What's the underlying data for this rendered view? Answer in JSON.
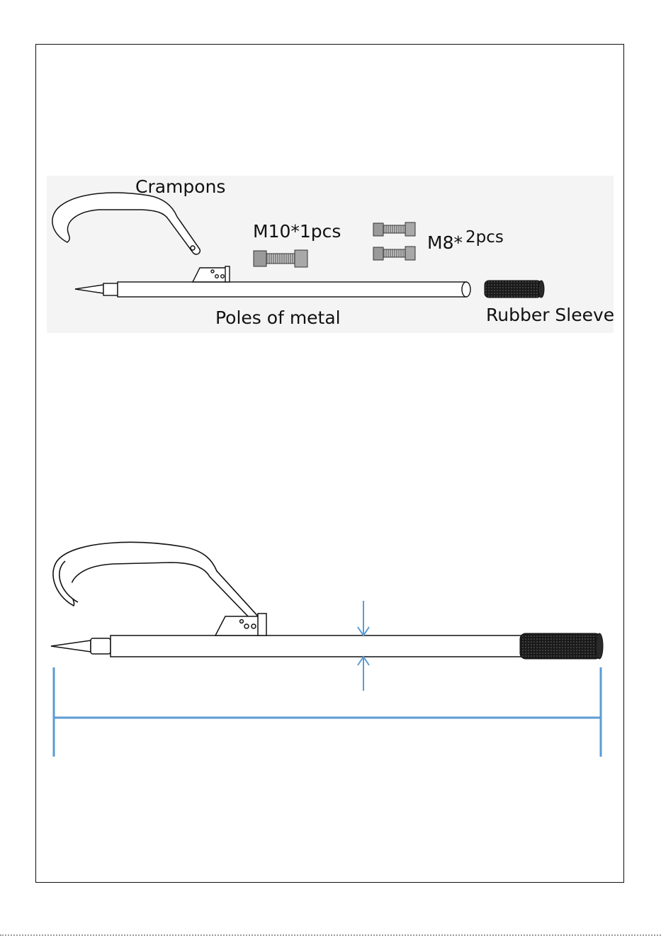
{
  "parts": {
    "crampons_label": "Crampons",
    "m10_label": "M10*1pcs",
    "m8_prefix": "M8*",
    "m8_suffix": "2pcs",
    "poles_label": "Poles of metal",
    "sleeve_label": "Rubber Sleeve"
  },
  "colors": {
    "outline": "#111111",
    "dimension_lines": "#5b9bd5",
    "panel_bg": "#f4f4f4",
    "sleeve": "#1a1a1a",
    "bolt": "#9a9a9a"
  },
  "icons": [
    "crampon-hook",
    "hex-bolt",
    "metal-pole",
    "rubber-sleeve",
    "dimension-arrow"
  ]
}
